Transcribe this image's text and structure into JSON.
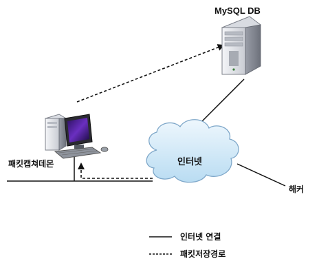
{
  "nodes": {
    "mysql_label": "MySQL DB",
    "capture_label": "패킷캡쳐데몬",
    "internet_label": "인터넷",
    "hacker_label": "해커"
  },
  "legend": {
    "solid_label": "인터넷 연결",
    "dashed_label": "패킷저장경로"
  }
}
